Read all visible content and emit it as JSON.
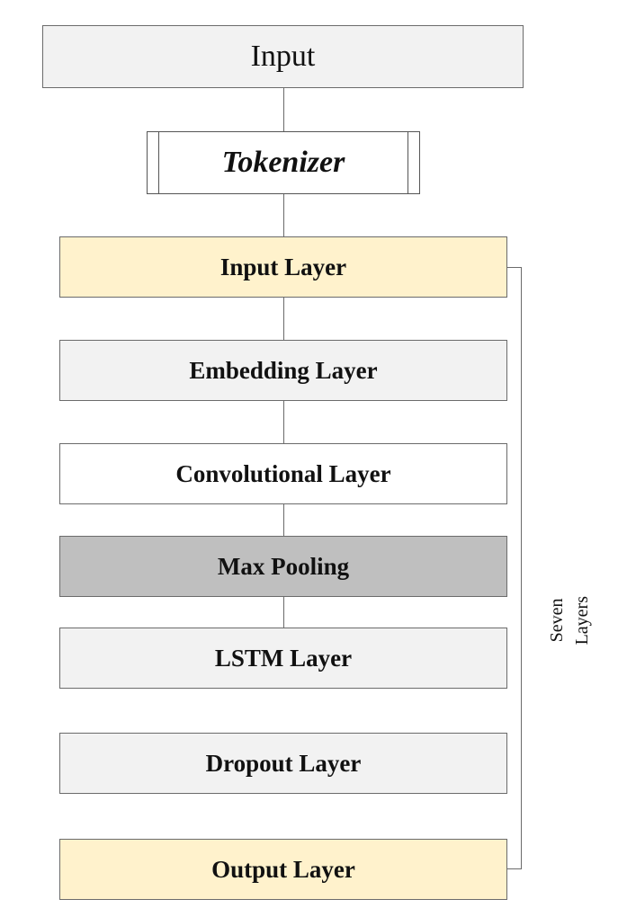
{
  "input": {
    "label": "Input"
  },
  "tokenizer": {
    "label": "Tokenizer"
  },
  "layers": [
    {
      "label": "Input Layer",
      "fill": "#fff2cc"
    },
    {
      "label": "Embedding Layer",
      "fill": "#f2f2f2"
    },
    {
      "label": "Convolutional Layer",
      "fill": "#ffffff"
    },
    {
      "label": "Max Pooling",
      "fill": "#bfbfbf"
    },
    {
      "label": "LSTM Layer",
      "fill": "#f2f2f2"
    },
    {
      "label": "Dropout Layer",
      "fill": "#f2f2f2"
    },
    {
      "label": "Output Layer",
      "fill": "#fff2cc"
    }
  ],
  "group": {
    "label": "Seven\nLayers"
  }
}
